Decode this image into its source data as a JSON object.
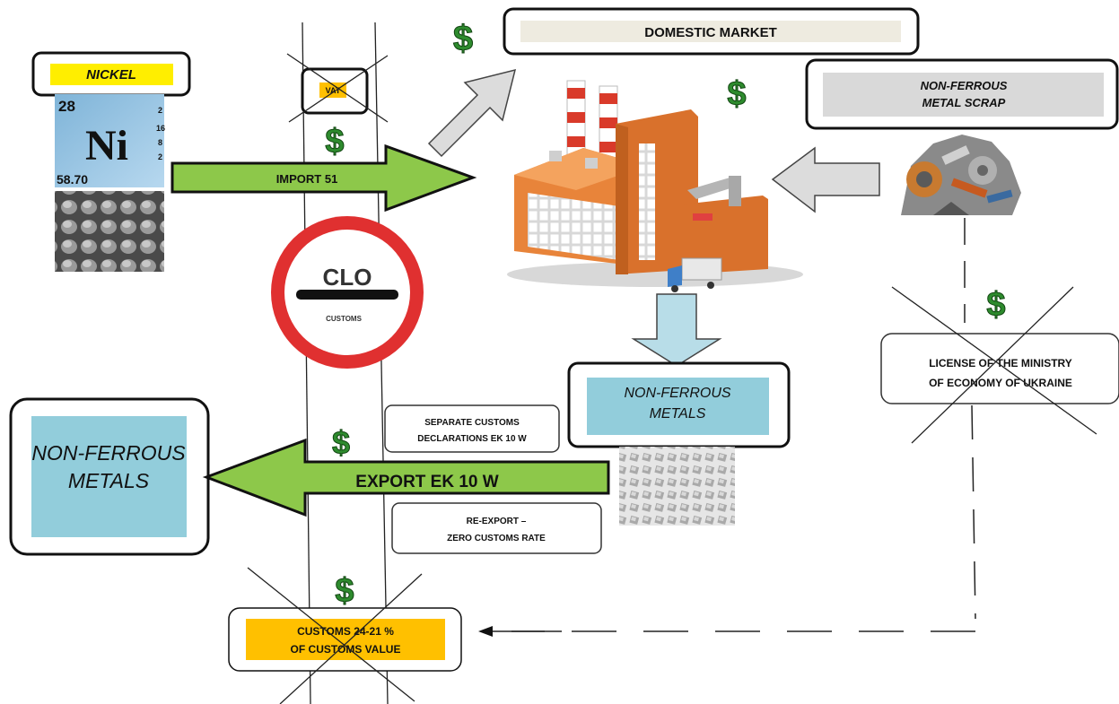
{
  "colors": {
    "green_arrow": "#8dc84a",
    "gray_arrow": "#dcdcdc",
    "blue_arrow": "#b8dde8",
    "teal_box": "#92cddb",
    "yellow": "#ffee00",
    "orange": "#ffc000",
    "dollar": "#2e8b2e",
    "stop_red": "#e03030"
  },
  "labels": {
    "nickel": "NICKEL",
    "domestic_market": "DOMESTIC MARKET",
    "scrap_line1": "NON-FERROUS",
    "scrap_line2": "METAL SCRAP",
    "vat": "VAT",
    "import": "IMPORT 51",
    "nf_center_line1": "NON-FERROUS",
    "nf_center_line2": "METALS",
    "nf_left_line1": "NON-FERROUS",
    "nf_left_line2": "METALS",
    "license_line1": "LICENSE OF THE MINISTRY",
    "license_line2": "OF ECONOMY OF UKRAINE",
    "separate_line1": "SEPARATE CUSTOMS",
    "separate_line2": "DECLARATIONS EK 10 W",
    "export": "EXPORT EK 10 W",
    "reexport_line1": "RE-EXPORT –",
    "reexport_line2": "ZERO CUSTOMS RATE",
    "customs_rate_line1": "CUSTOMS 24-21 %",
    "customs_rate_line2": "OF CUSTOMS VALUE",
    "clo": "CLO",
    "customs_sign": "CUSTOMS",
    "dollar": "$"
  },
  "element_card": {
    "atomic_number": "28",
    "symbol": "Ni",
    "mass": "58.70",
    "shells": [
      "2",
      "16",
      "8",
      "2"
    ]
  },
  "icons": [
    "factory-icon",
    "truck-icon",
    "metal-scrap-icon",
    "nickel-pellets-icon",
    "metal-cubes-icon",
    "stop-sign-icon",
    "dollar-icon"
  ]
}
